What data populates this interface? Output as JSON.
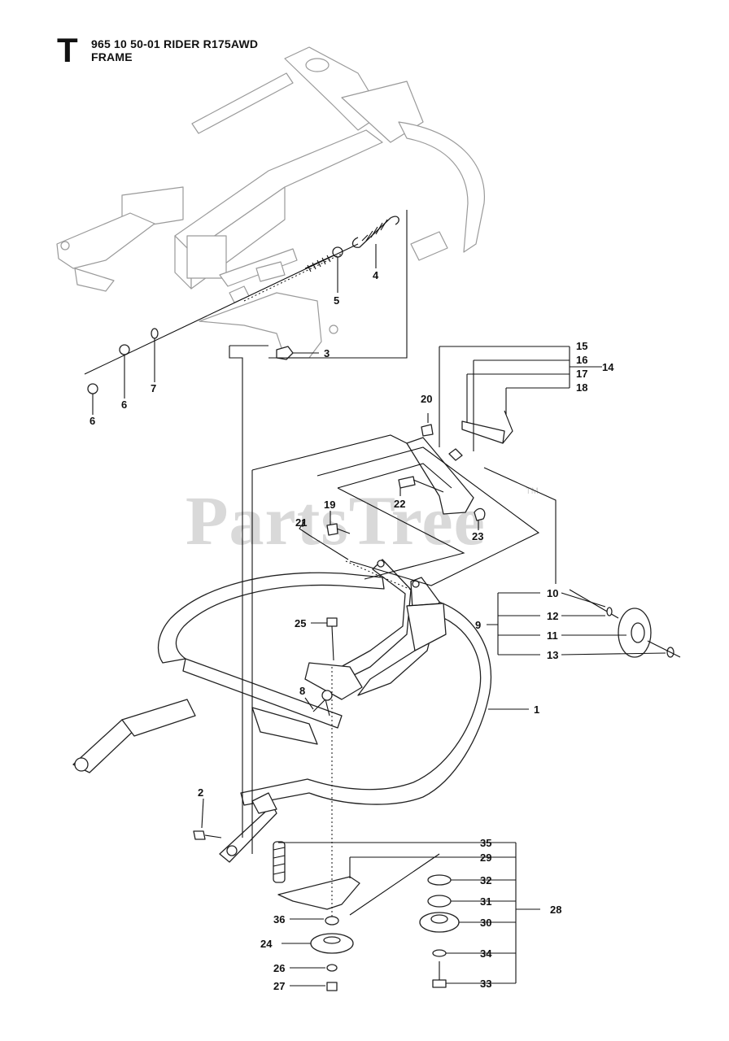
{
  "header": {
    "section_letter": "T",
    "model_line": "965 10 50-01 RIDER R175AWD",
    "section_title": "FRAME"
  },
  "watermark": {
    "text": "PartsTree",
    "trademark": "TM"
  },
  "callouts": [
    "1",
    "2",
    "3",
    "4",
    "5",
    "6",
    "6",
    "7",
    "8",
    "9",
    "10",
    "11",
    "12",
    "13",
    "14",
    "15",
    "16",
    "17",
    "18",
    "19",
    "20",
    "21",
    "22",
    "23",
    "24",
    "25",
    "26",
    "27",
    "28",
    "29",
    "30",
    "31",
    "32",
    "33",
    "34",
    "35",
    "36"
  ]
}
